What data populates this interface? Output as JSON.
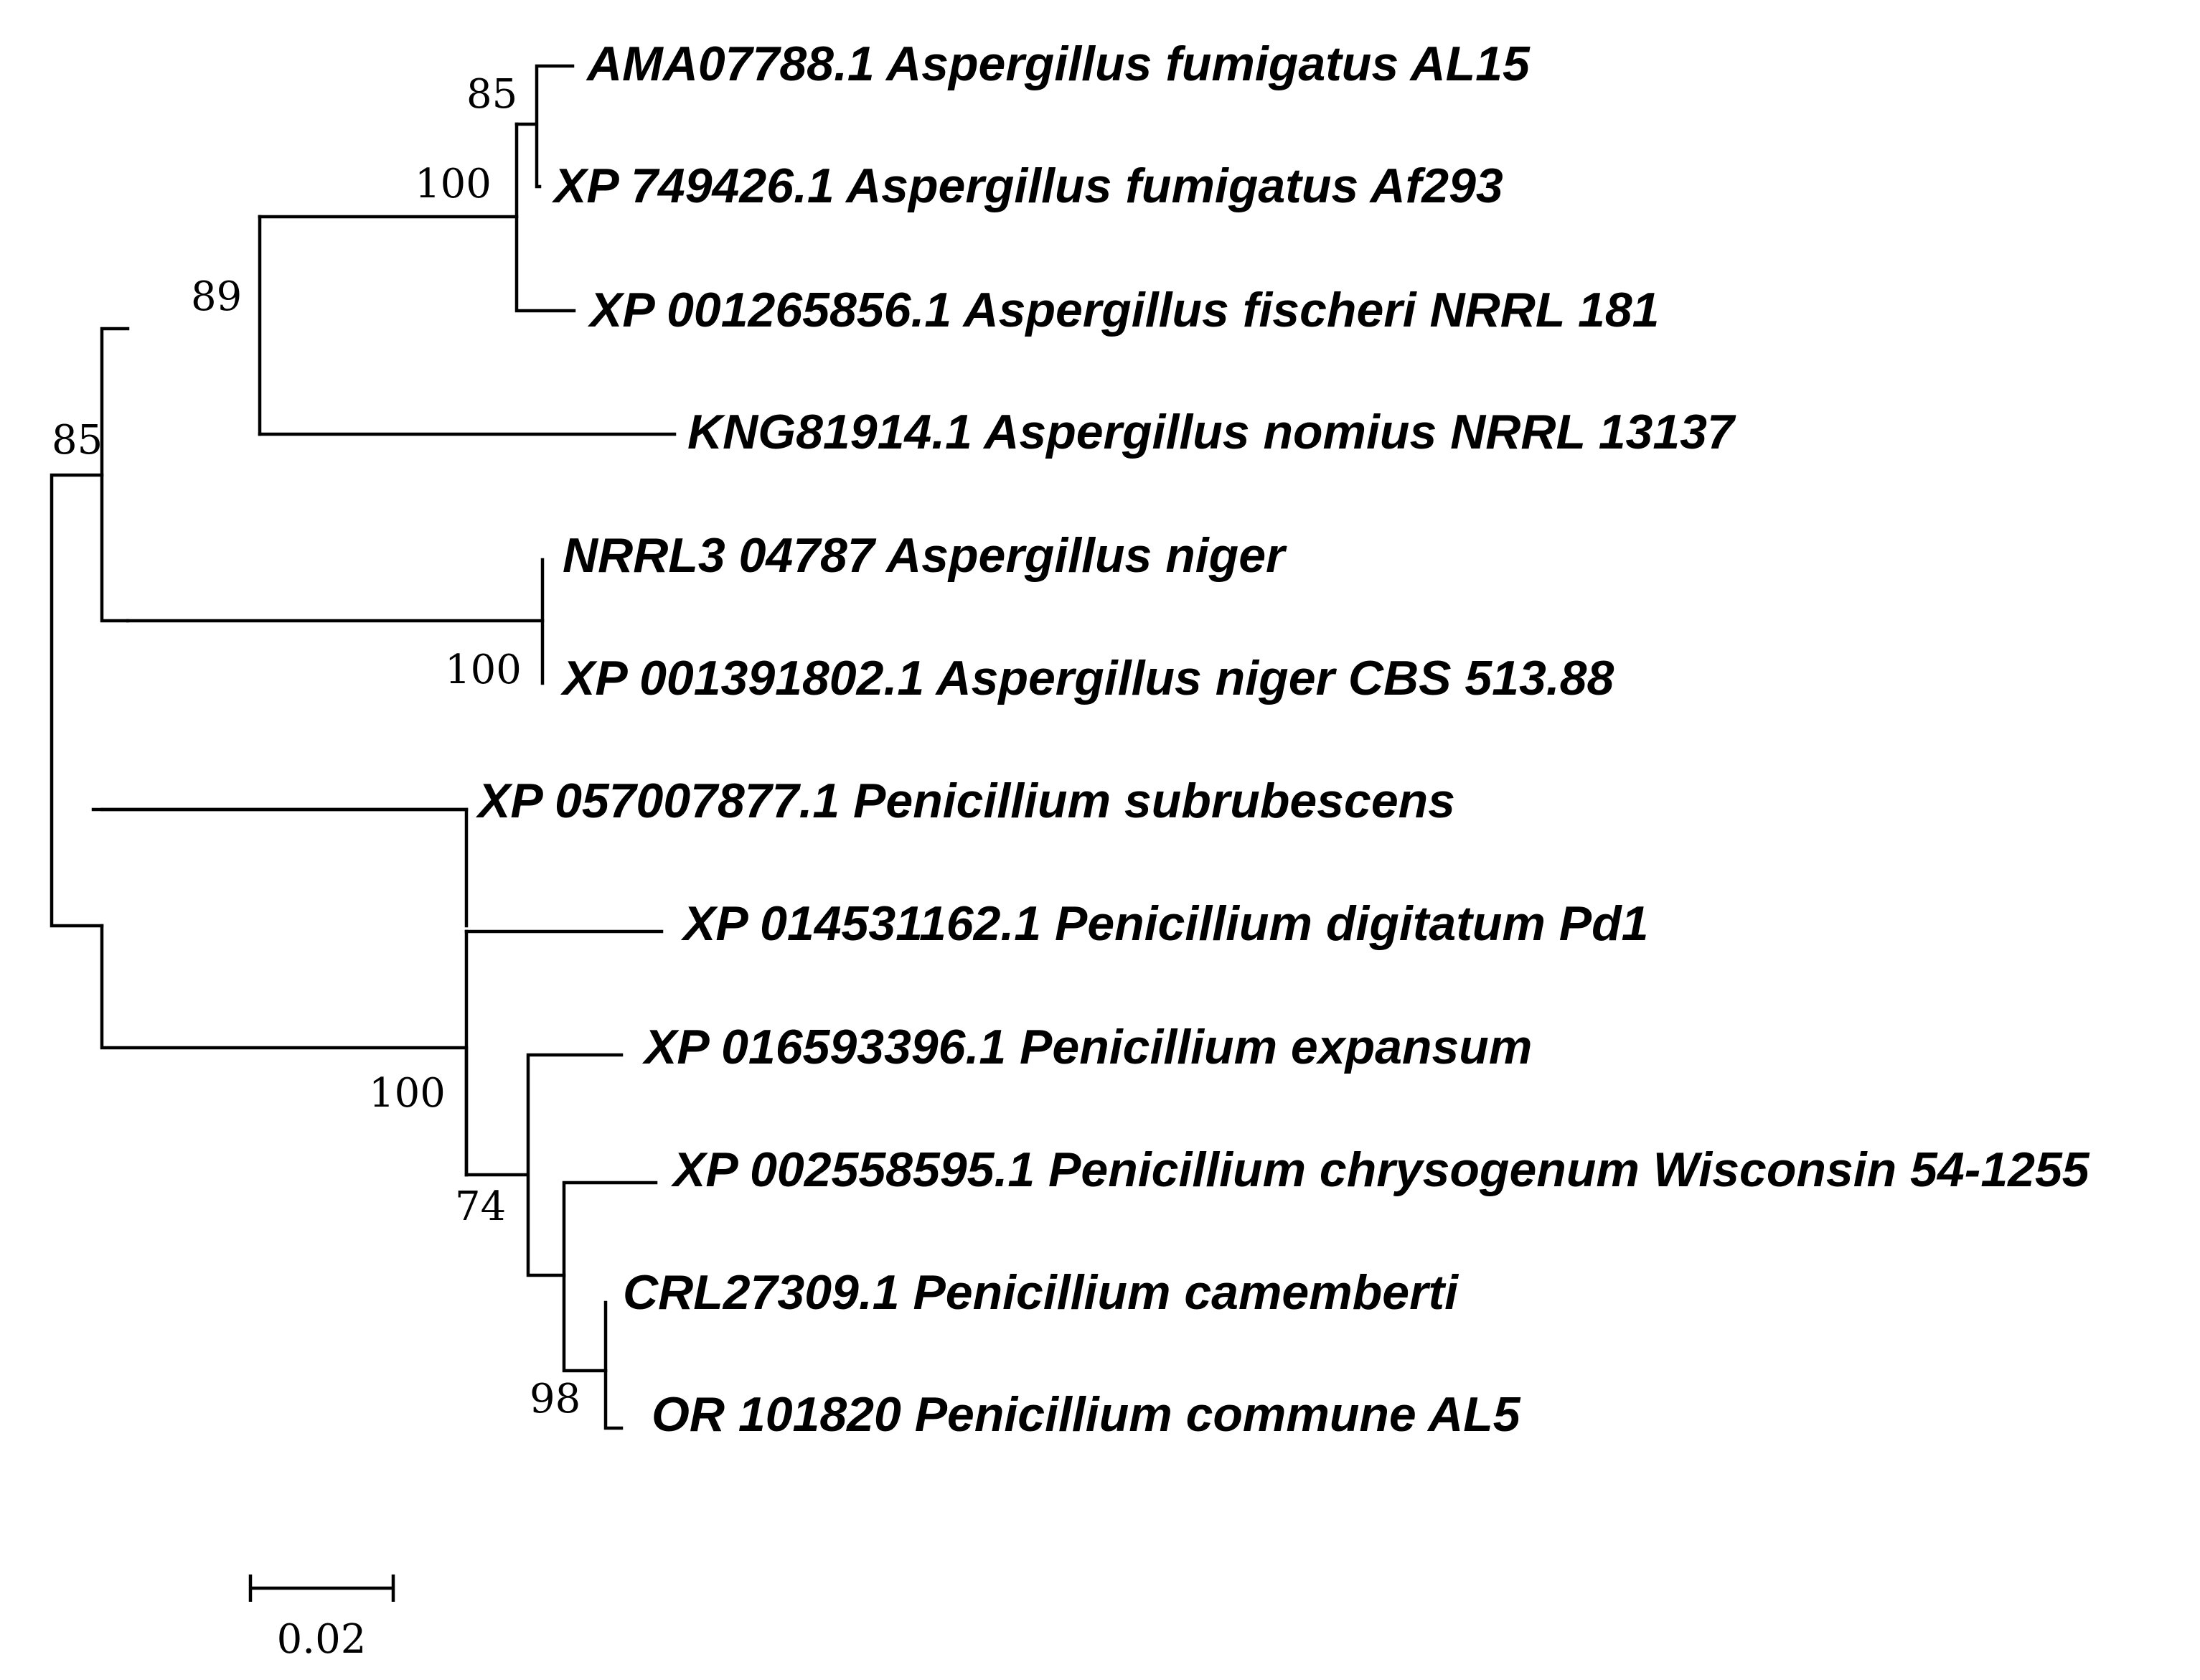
{
  "tree": {
    "taxa": [
      "AMA07788.1 Aspergillus fumigatus AL15",
      "XP 749426.1 Aspergillus fumigatus Af293",
      "XP 001265856.1 Aspergillus fischeri NRRL 181",
      "KNG81914.1 Aspergillus nomius NRRL 13137",
      "NRRL3 04787 Aspergillus niger",
      "XP 001391802.1 Aspergillus niger CBS 513.88",
      "XP 057007877.1 Penicillium subrubescens",
      "XP 014531162.1 Penicillium digitatum Pd1",
      "XP 016593396.1 Penicillium expansum",
      "XP 002558595.1 Penicillium chrysogenum Wisconsin 54-1255",
      "CRL27309.1 Penicillium camemberti",
      "OR 101820 Penicillium commune AL5"
    ],
    "support_values": [
      "85",
      "100",
      "89",
      "85",
      "100",
      "100",
      "74",
      "98"
    ],
    "scale_bar": {
      "label": "0.02",
      "value": 0.02
    },
    "line_color": "#000000",
    "text_color": "#000000"
  }
}
